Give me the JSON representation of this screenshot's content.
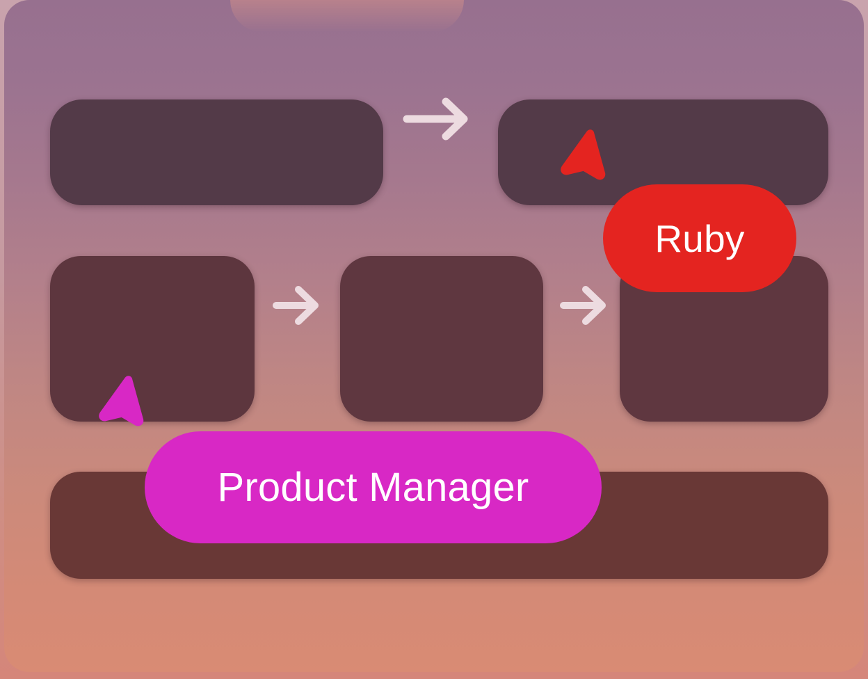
{
  "app": {
    "surface_name": "collaborative-whiteboard-canvas",
    "background_gradient_top": "#97708f",
    "background_gradient_bottom": "#d98b74",
    "stage_background": "#cf8e84"
  },
  "nodes": [
    {
      "id": "r1c1",
      "row": 1,
      "index": 1,
      "label": "",
      "color": "#533a48"
    },
    {
      "id": "r1c2",
      "row": 1,
      "index": 2,
      "label": "",
      "color": "#533a48"
    },
    {
      "id": "r2c1",
      "row": 2,
      "index": 1,
      "label": "",
      "color": "#5d363e"
    },
    {
      "id": "r2c2",
      "row": 2,
      "index": 2,
      "label": "",
      "color": "#5f3740"
    },
    {
      "id": "r2c3",
      "row": 2,
      "index": 3,
      "label": "",
      "color": "#5f3740"
    },
    {
      "id": "r3c1",
      "row": 3,
      "index": 1,
      "label": "",
      "color": "#693836"
    }
  ],
  "connectors": [
    {
      "id": "arrow-r1",
      "icon": "arrow-right-icon",
      "from": "r1c1",
      "to": "r1c2"
    },
    {
      "id": "arrow-r2a",
      "icon": "arrow-right-icon",
      "from": "r2c1",
      "to": "r2c2"
    },
    {
      "id": "arrow-r2b",
      "icon": "arrow-right-icon",
      "from": "r2c2",
      "to": "r2c3"
    }
  ],
  "collaborators": [
    {
      "id": "ruby",
      "name": "Ruby",
      "color": "#e42420",
      "text_color": "#ffffff",
      "cursor_icon": "cursor-pointer-icon"
    },
    {
      "id": "product-manager",
      "name": "Product Manager",
      "color": "#d828c5",
      "text_color": "#ffffff",
      "cursor_icon": "cursor-pointer-icon"
    }
  ],
  "ghost_badge": {
    "name": "clipped-collaborator-badge",
    "color": "#d08e8a"
  }
}
